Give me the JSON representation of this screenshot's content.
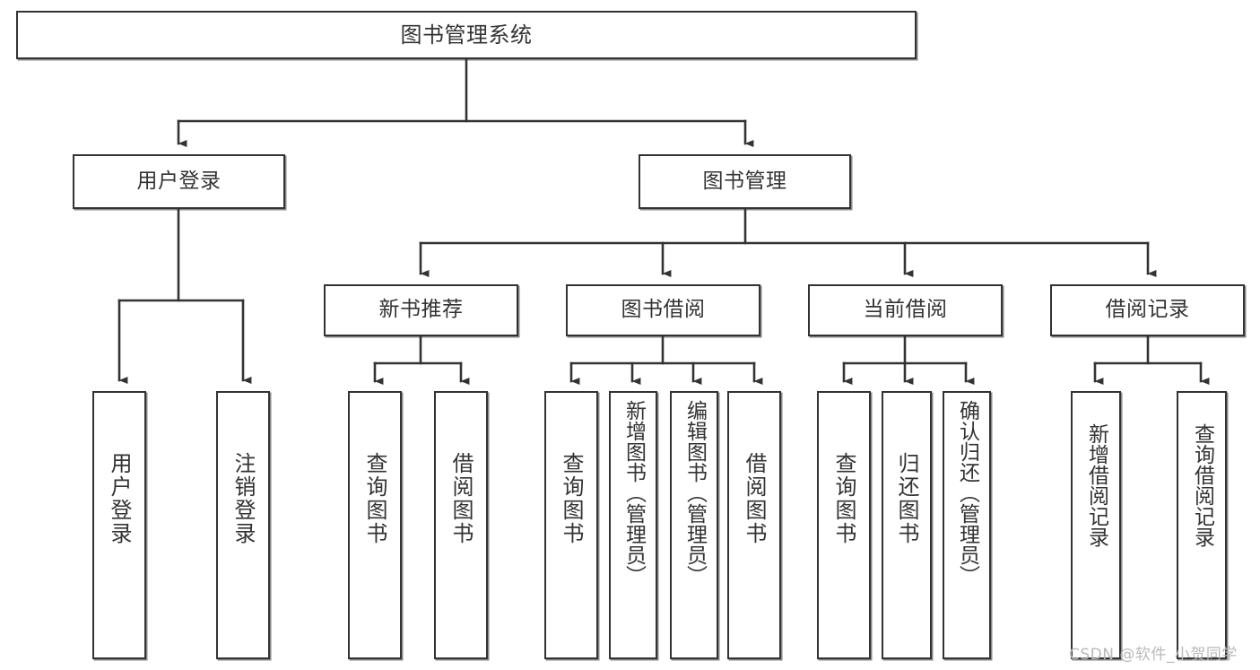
{
  "diagram": {
    "title": "图书管理系统",
    "type": "tree-hierarchy",
    "watermark": "CSDN @软件_小贺同学",
    "colors": {
      "box_border": "#333333",
      "box_fill": "#ffffff",
      "edge": "#333333",
      "text": "#333333",
      "watermark": "#b9b9b9"
    },
    "nodes": {
      "root": {
        "label": "图书管理系统"
      },
      "level2": [
        {
          "id": "user-login",
          "label": "用户登录"
        },
        {
          "id": "book-manage",
          "label": "图书管理"
        }
      ],
      "level3": [
        {
          "id": "new-book-rec",
          "label": "新书推荐"
        },
        {
          "id": "book-borrow",
          "label": "图书借阅"
        },
        {
          "id": "current-borrow",
          "label": "当前借阅"
        },
        {
          "id": "borrow-record",
          "label": "借阅记录"
        }
      ],
      "level4": [
        {
          "id": "leaf-user-login",
          "label": "用户登录",
          "parent": "user-login"
        },
        {
          "id": "leaf-logout-login",
          "label": "注销登录",
          "parent": "user-login"
        },
        {
          "id": "leaf-query-book-1",
          "label": "查询图书",
          "parent": "new-book-rec"
        },
        {
          "id": "leaf-borrow-book-1",
          "label": "借阅图书",
          "parent": "new-book-rec"
        },
        {
          "id": "leaf-query-book-2",
          "label": "查询图书",
          "parent": "book-borrow"
        },
        {
          "id": "leaf-add-book",
          "label": "新增图书（管理员）",
          "parent": "book-borrow"
        },
        {
          "id": "leaf-edit-book",
          "label": "编辑图书（管理员）",
          "parent": "book-borrow"
        },
        {
          "id": "leaf-borrow-book-2",
          "label": "借阅图书",
          "parent": "book-borrow"
        },
        {
          "id": "leaf-query-book-3",
          "label": "查询图书",
          "parent": "current-borrow"
        },
        {
          "id": "leaf-return-book",
          "label": "归还图书",
          "parent": "current-borrow"
        },
        {
          "id": "leaf-confirm-return",
          "label": "确认归还（管理员）",
          "parent": "current-borrow"
        },
        {
          "id": "leaf-add-record",
          "label": "新增借阅记录",
          "parent": "borrow-record"
        },
        {
          "id": "leaf-query-record",
          "label": "查询借阅记录",
          "parent": "borrow-record"
        }
      ]
    }
  }
}
